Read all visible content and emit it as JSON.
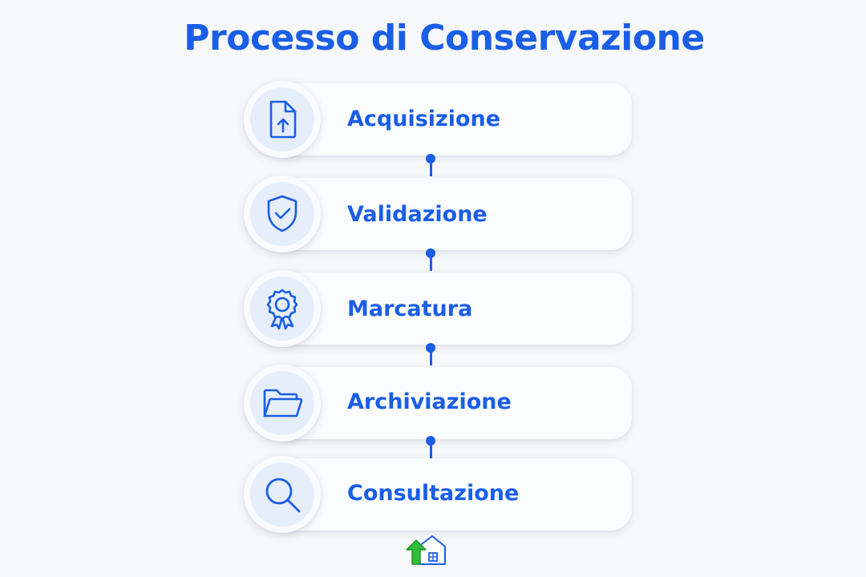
{
  "title": "Processo di Conservazione",
  "steps": [
    {
      "label": "Acquisizione",
      "icon": "file-upload-icon"
    },
    {
      "label": "Validazione",
      "icon": "shield-check-icon"
    },
    {
      "label": "Marcatura",
      "icon": "award-seal-icon"
    },
    {
      "label": "Archiviazione",
      "icon": "folder-open-icon"
    },
    {
      "label": "Consultazione",
      "icon": "search-icon"
    }
  ],
  "colors": {
    "accent": "#1a5ee6",
    "background": "#f7f8fa",
    "icon_circle": "#e6eefc",
    "logo_arrow": "#2fbf3a"
  },
  "logo_icon": "house-upload-logo-icon"
}
